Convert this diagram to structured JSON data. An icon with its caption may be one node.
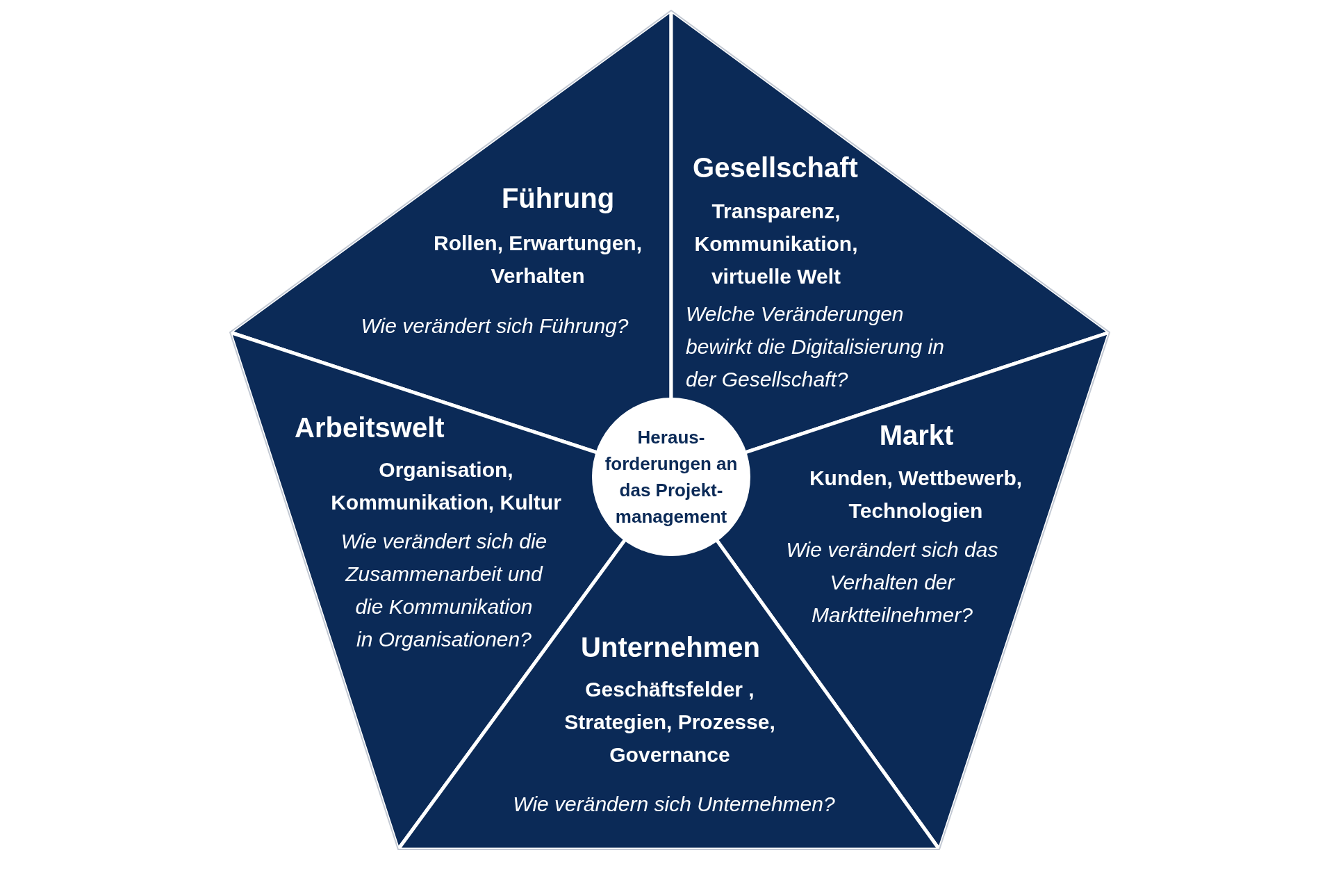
{
  "diagram": {
    "nodes": [
      {
        "text": [
          "Führung",
          "Rollen, Erwartungen, Verhalten",
          "Wie verändert sich Führung?"
        ]
      },
      {
        "text": [
          "Gesellschaft",
          "Transparenz, Kommunikation, virtuelle Welt",
          "Welche Veränderungen bewirkt die Digitalisierung in der Gesellschaft?"
        ]
      },
      {
        "text": [
          "Arbeitswelt",
          "Organisation, Kommunikation, Kultur",
          "Wie verändert sich die Zusammenarbeit und die Kommunikation in Organisationen?"
        ]
      },
      {
        "text": [
          "Heraus- forderungen an das Projekt- management"
        ]
      },
      {
        "text": [
          "Markt",
          "Kunden, Wettbewerb, Technologien",
          "Wie verändert sich das Verhalten der Marktteilnehmer?"
        ]
      },
      {
        "text": [
          "Unternehmen",
          "Geschäftsfelder , Strategien, Prozesse, Governance",
          "Wie verändern sich Unternehmen?"
        ]
      }
    ]
  }
}
